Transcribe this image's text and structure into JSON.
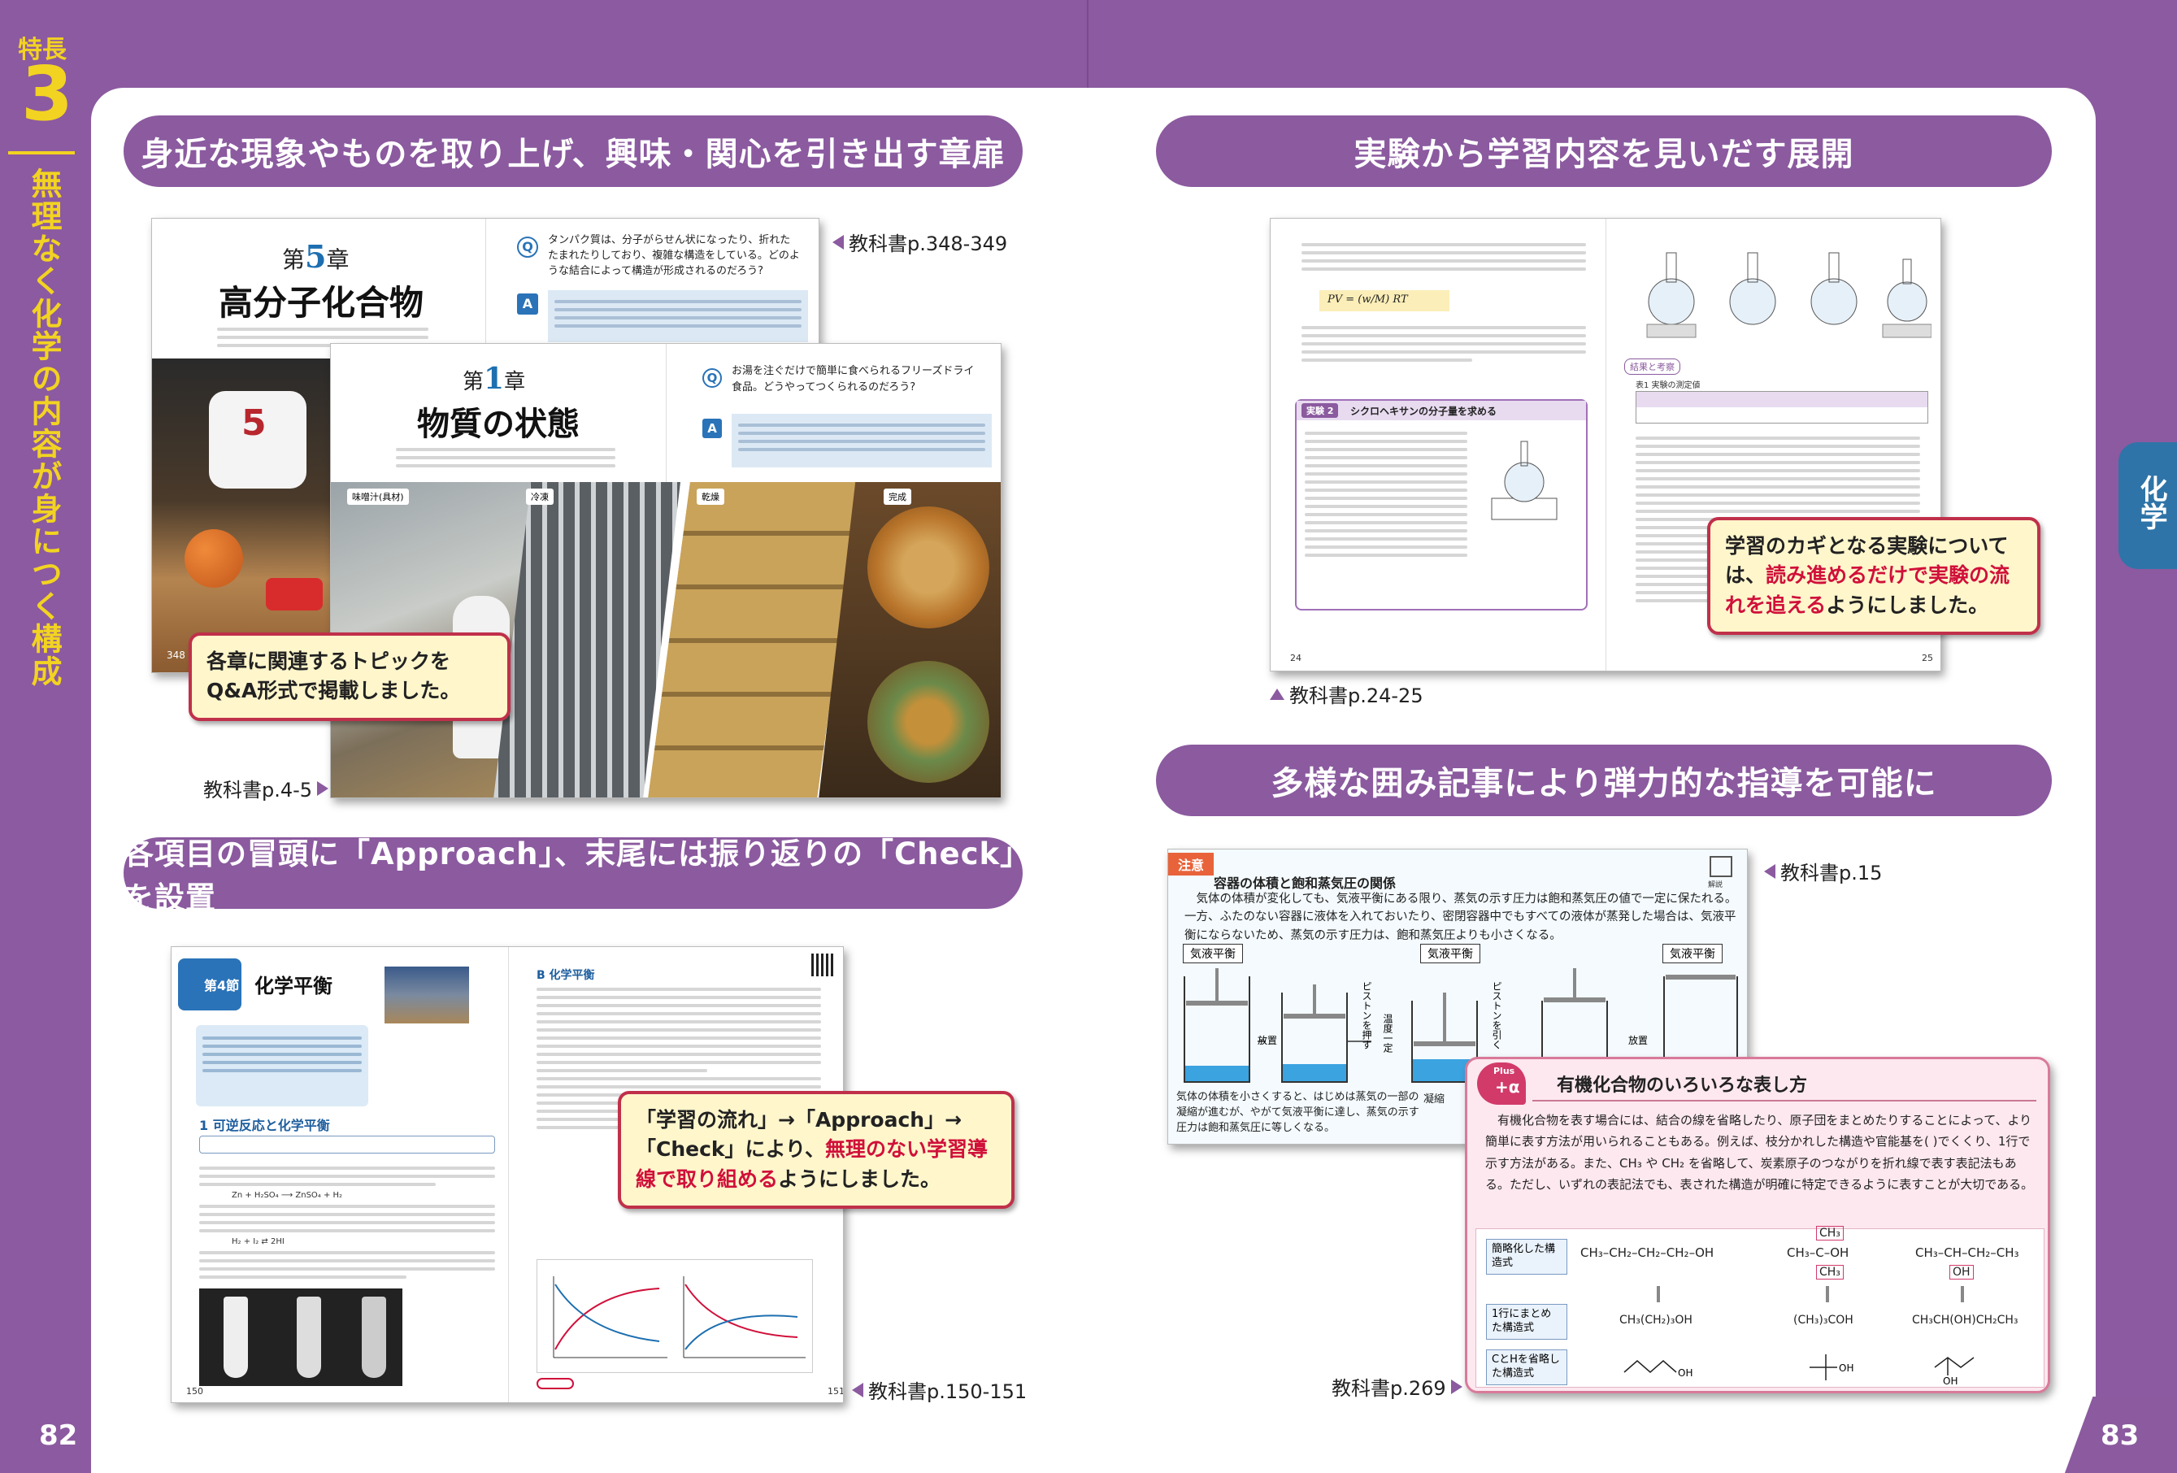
{
  "left_page": {
    "feature_label": "特長",
    "feature_number": "3",
    "side_title": "無理なく化学の内容が身につく構成",
    "page_number": "82"
  },
  "right_page": {
    "side_tab": "化学",
    "page_number": "83"
  },
  "sections": {
    "s1": {
      "heading": "身近な現象やものを取り上げ、興味・関心を引き出す章扉",
      "ref_top": "教科書p.348-349",
      "ref_bottom": "教科書p.4-5",
      "callout": "各章に関連するトピックをQ&A形式で掲載しました。",
      "ch5_label_pre": "第",
      "ch5_num": "5",
      "ch5_label_post": "章",
      "ch5_title": "高分子化合物",
      "ch5_q": "タンパク質は、分子がらせん状になったり、折れたたまれたりしており、複雑な構造をしている。どのような結合によって構造が形成されるのだろう?",
      "ch1_num": "1",
      "ch1_title": "物質の状態",
      "ch1_q": "お湯を注ぐだけで簡単に食べられるフリーズドライ食品。どうやってつくられるのだろう?",
      "photo_tags": [
        "味噌汁(具材)",
        "冷凍",
        "乾燥",
        "完成"
      ],
      "q_mark": "Q",
      "a_mark": "A",
      "page_no_left": "348"
    },
    "s2": {
      "heading": "実験から学習内容を見いだす展開",
      "ref": "教科書p.24-25",
      "callout_pre": "学習のカギとなる実験については、",
      "callout_red": "読み進めるだけで実験の流れを追える",
      "callout_post": "ようにしました。",
      "exp_label": "実験 2",
      "exp_title": "シクロヘキサンの分子量を求める",
      "page_l": "24",
      "page_r": "25",
      "formula": "PV = (w/M) RT",
      "table_title": "表1 実験の測定値",
      "section_box": "結果と考察"
    },
    "s3": {
      "heading": "各項目の冒頭に「Approach」、末尾には振り返りの「Check」を設置",
      "ref": "教科書p.150-151",
      "callout_pre": "「学習の流れ」→「Approach」→「Check」により、",
      "callout_red": "無理のない学習導線で取り組める",
      "callout_post": "ようにしました。",
      "sec_num": "第4節",
      "sec_title": "化学平衡",
      "sub1": "1 可逆反応と化学平衡",
      "sub_b": "B 化学平衡",
      "page_l": "150",
      "page_r": "151",
      "eq1": "H₂ + I₂ ⇄ 2HI",
      "eq2": "Zn + H₂SO₄ ⟶ ZnSO₄ + H₂"
    },
    "s4": {
      "heading": "多様な囲み記事により弾力的な指導を可能に",
      "ref_top": "教科書p.15",
      "ref_bottom": "教科書p.269",
      "note_tag": "注意",
      "note_title": "容器の体積と飽和蒸気圧の関係",
      "note_body": "気体の体積が変化しても、気液平衡にある限り、蒸気の示す圧力は飽和蒸気圧の値で一定に保たれる。一方、ふたのない容器に液体を入れておいたり、密閉容器中でもすべての液体が蒸発した場合は、気液平衡にならないため、蒸気の示す圧力は、飽和蒸気圧よりも小さくなる。",
      "note_corner": "解説",
      "state_labels": [
        "気液平衡",
        "気液平衡",
        "気液平衡"
      ],
      "piston_push": "ピストンを押す",
      "piston_pull": "ピストンを引く",
      "release": "放置",
      "temp_const": "温度一定",
      "condense": "凝縮",
      "note_bottom": "気体の体積を小さくすると、はじめは蒸気の一部の凝縮が進むが、やがて気液平衡に達し、蒸気の示す圧力は飽和蒸気圧に等しくなる。",
      "plus_badge_top": "Plus",
      "plus_badge_bottom": "+α",
      "plus_title": "有機化合物のいろいろな表し方",
      "plus_body": "有機化合物を表す場合には、結合の線を省略したり、原子団をまとめたりすることによって、より簡単に表す方法が用いられることもある。例えば、枝分かれした構造や官能基を( )でくくり、1行で示す方法がある。また、CH₃ や CH₂ を省略して、炭素原子のつながりを折れ線で表す表記法もある。ただし、いずれの表記法でも、表された構造が明確に特定できるように表すことが大切である。",
      "row_labels": [
        "簡略化した構造式",
        "1行にまとめた構造式",
        "CとHを省略した構造式"
      ],
      "formula_a": "CH₃–CH₂–CH₂–CH₂–OH",
      "formula_b_top": "CH₃",
      "formula_b_mid": "CH₃–C–OH",
      "formula_b_bot": "CH₃",
      "formula_c": "CH₃–CH–CH₂–CH₃",
      "formula_c_sub": "OH",
      "oneline_a": "CH₃(CH₂)₃OH",
      "oneline_b": "(CH₃)₃COH",
      "oneline_c": "CH₃CH(OH)CH₂CH₃",
      "skel_oh": "OH"
    }
  },
  "colors": {
    "purple": "#8b5a9f",
    "feature_yellow": "#f2d321",
    "callout_bg": "#fff6cc",
    "callout_border": "#c0304a",
    "accent_red": "#d0103a",
    "chem_tab": "#2f74a8"
  }
}
